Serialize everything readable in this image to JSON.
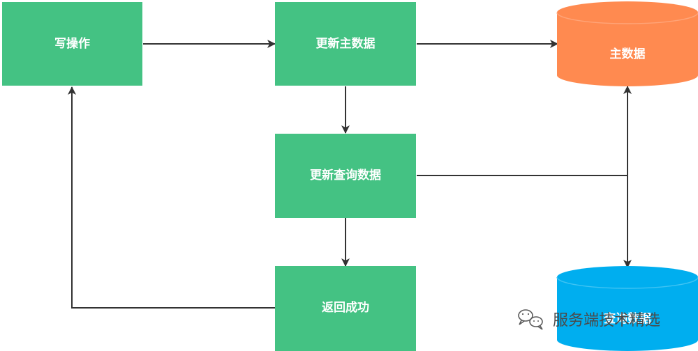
{
  "nodes": {
    "write_op": "写操作",
    "update_main": "更新主数据",
    "update_query": "更新查询数据",
    "return_success": "返回成功",
    "main_data_db": "主数据",
    "query_data_db": "查询数据"
  },
  "watermark": {
    "text": "服务端技术精选",
    "icon": "wechat-icon"
  },
  "colors": {
    "process_box": "#44c283",
    "main_db": "#ff8a50",
    "query_db": "#00aeef",
    "edge": "#333333",
    "text": "#ffffff"
  }
}
